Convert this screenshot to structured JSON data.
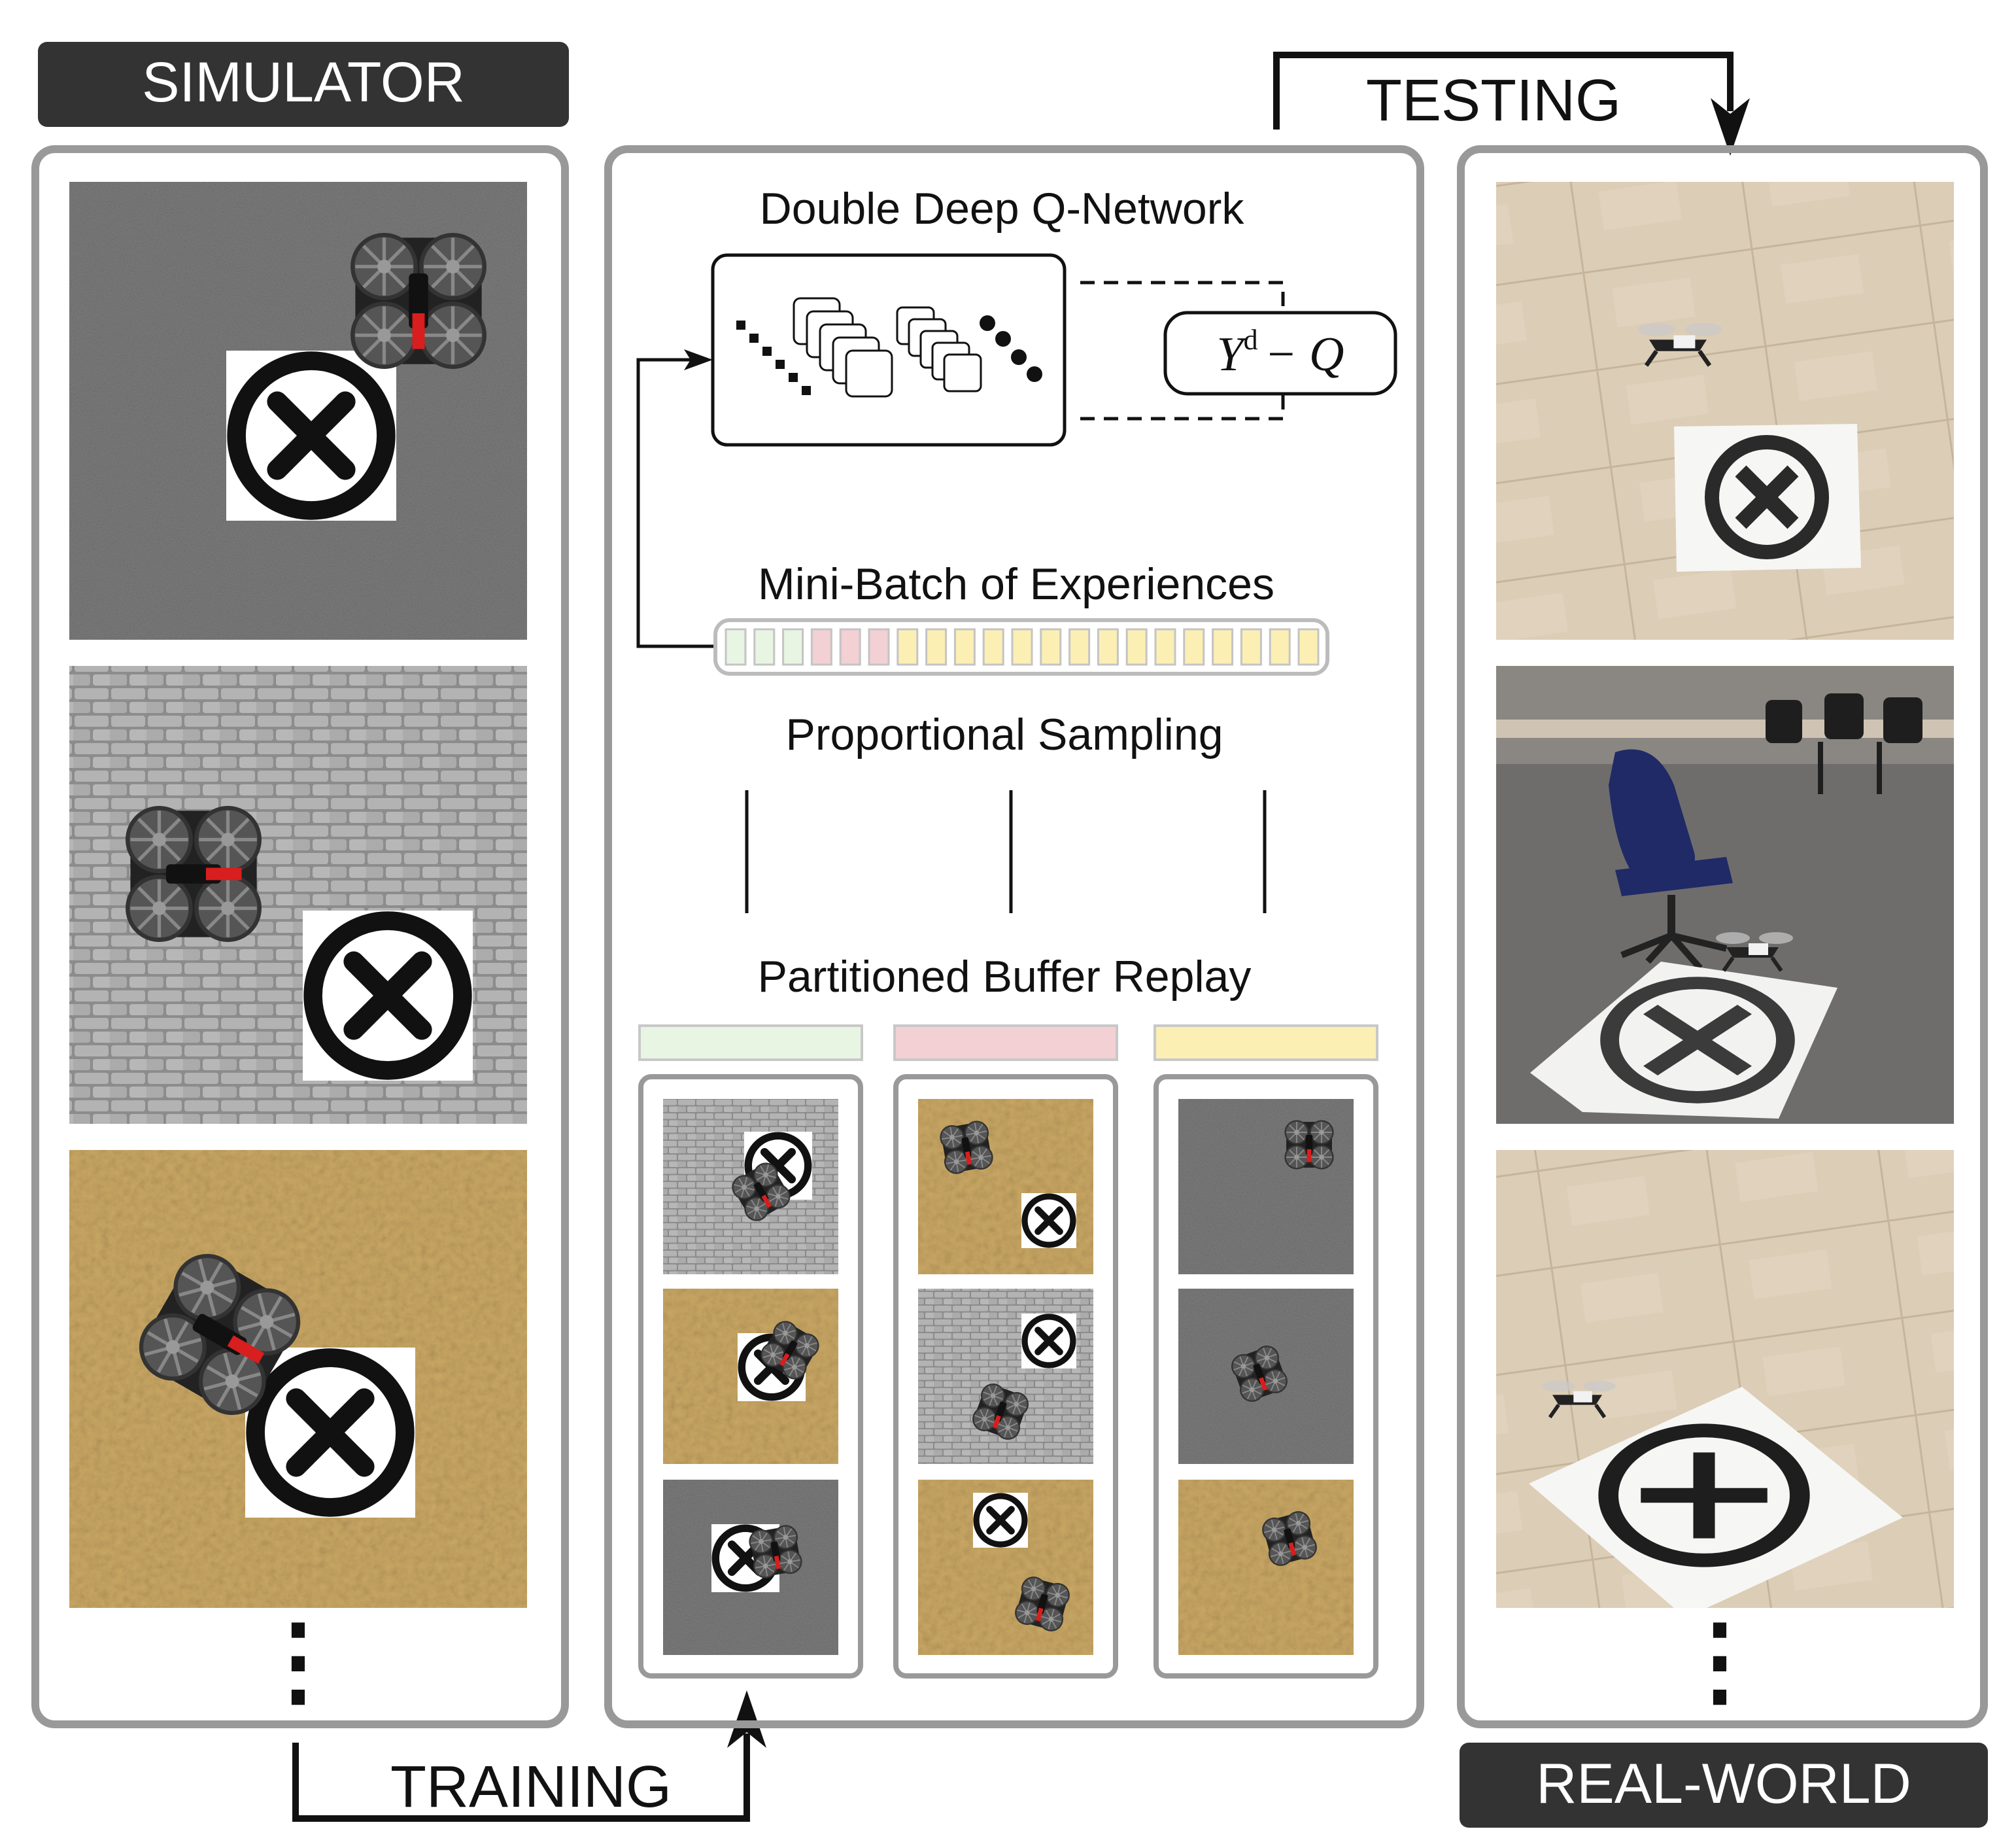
{
  "labels": {
    "simulator": "SIMULATOR",
    "real_world": "REAL-WORLD",
    "training": "TRAINING",
    "testing": "TESTING",
    "network_title": "Double Deep Q-Network",
    "formula_main": "Y",
    "formula_sup": "d",
    "formula_tail": "− Q",
    "mini_batch": "Mini-Batch of Experiences",
    "sampling": "Proportional Sampling",
    "buffer_replay": "Partitioned Buffer Replay",
    "ellipsis_left": "⋮",
    "ellipsis_right": "⋮"
  },
  "colors": {
    "dark_label": "#333333",
    "panel_border": "#999999",
    "green_partition": "#e9f5e3",
    "red_partition": "#f2d0d3",
    "yellow_partition": "#fcefb4",
    "asphalt": "#7b7b7b",
    "cobblestone": "#a4a4a4",
    "sand": "#c9a764",
    "floor": "#d8c8b0",
    "drone_red": "#d81e1e"
  },
  "mini_batch_cells": [
    "green",
    "green",
    "green",
    "red",
    "red",
    "red",
    "yellow",
    "yellow",
    "yellow",
    "yellow",
    "yellow",
    "yellow",
    "yellow",
    "yellow",
    "yellow",
    "yellow",
    "yellow",
    "yellow",
    "yellow",
    "yellow",
    "yellow"
  ],
  "simulator_textures": [
    "asphalt",
    "cobblestone",
    "sand"
  ],
  "buffer_columns": [
    {
      "partition": "green",
      "tiles": [
        "cobblestone",
        "sand",
        "asphalt"
      ]
    },
    {
      "partition": "red",
      "tiles": [
        "sand",
        "cobblestone",
        "sand"
      ]
    },
    {
      "partition": "yellow",
      "tiles": [
        "asphalt",
        "asphalt",
        "sand"
      ]
    }
  ],
  "real_world_scenes": [
    "stone-floor",
    "office",
    "stone-floor"
  ]
}
